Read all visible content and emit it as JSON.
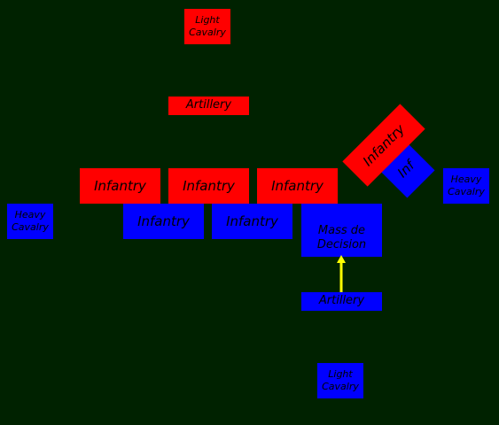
{
  "colors": {
    "background": "#002200",
    "red_army": "#ff0000",
    "blue_army": "#0000ff",
    "arrow": "#ffff00",
    "text": "#000000"
  },
  "red": {
    "light_cavalry": "Light\nCavalry",
    "artillery": "Artillery",
    "infantry_left": "Infantry",
    "infantry_center": "Infantry",
    "infantry_right": "Infantry",
    "infantry_angled": "Infantry"
  },
  "blue": {
    "heavy_cavalry_left": "Heavy\nCavalry",
    "heavy_cavalry_right": "Heavy\nCavalry",
    "infantry_left": "Infantry",
    "infantry_center": "Infantry",
    "mass_de_decision": "Mass de\nDecision",
    "inf_angled": "Inf",
    "artillery": "Artillery",
    "light_cavalry": "Light\nCavalry"
  }
}
